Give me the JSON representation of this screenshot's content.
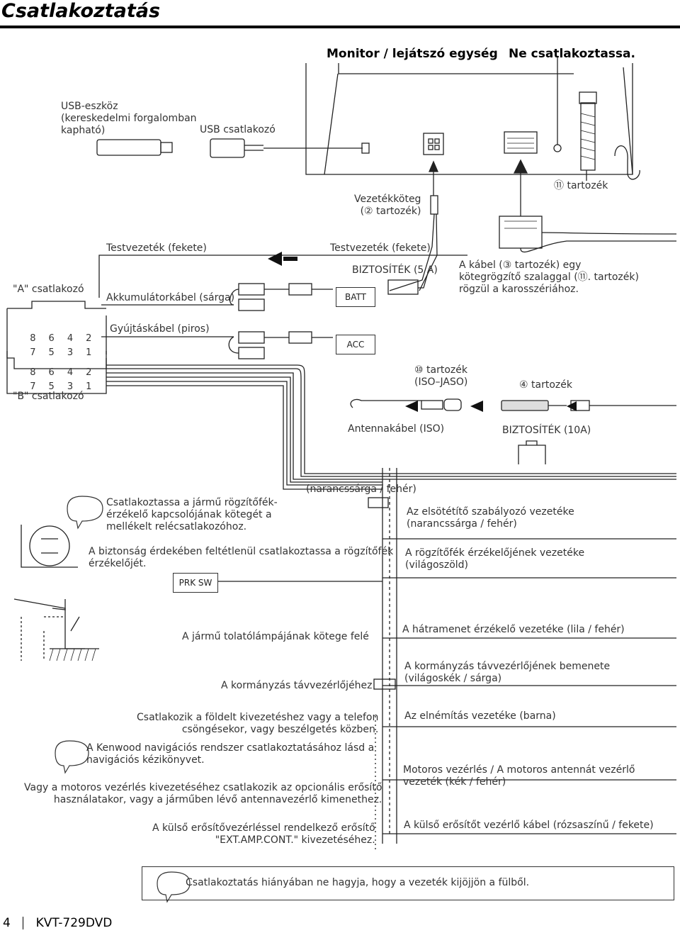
{
  "page": {
    "title": "Csatlakoztatás",
    "footer_page": "4",
    "footer_model": "KVT-729DVD"
  },
  "header": {
    "unit": "Monitor / lejátszó egység",
    "no_connect": "Ne csatlakoztassa."
  },
  "usb": {
    "device": "USB-eszköz\n(kereskedelmi forgalomban\nkapható)",
    "terminal": "USB csatlakozó"
  },
  "top_right": {
    "accessory11": "⑪ tartozék",
    "harness": "Vezetékköteg\n(② tartozék)"
  },
  "connectors": {
    "a": "\"A\" csatlakozó",
    "b": "\"B\" csatlakozó",
    "a_pins_row1": [
      "8",
      "6",
      "4",
      "2"
    ],
    "a_pins_row2": [
      "7",
      "5",
      "3",
      "1"
    ],
    "b_pins_row1": [
      "8",
      "6",
      "4",
      "2"
    ],
    "b_pins_row2": [
      "7",
      "5",
      "3",
      "1"
    ]
  },
  "wires_left": {
    "test_lead_black": "Testvezeték (fekete)",
    "battery": "Akkumulátorkábel (sárga)",
    "ignition": "Gyújtáskábel (piros)"
  },
  "wires_mid": {
    "test_lead_black_right": "Testvezeték (fekete)",
    "fuse5": "BIZTOSÍTÉK (5 A)",
    "batt": "BATT",
    "acc": "ACC",
    "cable_note": "A kábel (③ tartozék) egy\nkötegrögzítő szalaggal (⑪. tartozék)\nrögzül a karosszériához."
  },
  "antenna": {
    "accessory10": "⑩ tartozék\n(ISO–JASO)",
    "accessory4": "④ tartozék",
    "antenna_cable": "Antennakábel (ISO)",
    "fuse10": "BIZTOSÍTÉK (10A)"
  },
  "parking": {
    "note": "Csatlakoztassa a jármű rögzítőfék-\nérzékelő kapcsolójának kötegét a\nmellékelt relécsatlakozóhoz.",
    "safety": "A biztonság érdekében feltétlenül csatlakoztassa a rögzítőfék\nérzékelőjét.",
    "prk_sw": "PRK SW",
    "orange_white": "(narancssárga / fehér)",
    "dimmer": "Az elsötétítő szabályozó vezetéke\n(narancssárga / fehér)",
    "brake_sensor": "A rögzítőfék érzékelőjének vezetéke\n(világoszöld)"
  },
  "bottom": {
    "reverse_lamp": "A jármű tolatólámpájának kötege felé",
    "reverse_sensor": "A hátramenet érzékelő vezetéke (lila / fehér)",
    "steering_to": "A kormányzás távvezérlőjéhez",
    "steering_input": "A kormányzás távvezérlőjének bemenete\n(világoskék / sárga)",
    "mute_connect": "Csatlakozik a földelt kivezetéshez vagy a telefon\ncsöngésekor, vagy beszélgetés közben.",
    "mute_wire": "Az elnémítás vezetéke (barna)",
    "navi_note": "A Kenwood navigációs rendszer csatlakoztatásához lásd a\nnavigációs kézikönyvet.",
    "motor_connect": "Vagy a motoros vezérlés kivezetéséhez csatlakozik az opcionális erősítő\nhasználatakor, vagy a járműben lévő antennavezérlő kimenethez.",
    "motor_wire": "Motoros vezérlés / A motoros antennát vezérlő\nvezeték (kék / fehér)",
    "ext_amp_connect": "A külső erősítővezérléssel rendelkező erősítő\n\"EXT.AMP.CONT.\" kivezetéséhez.",
    "ext_amp_wire": "A külső erősítőt vezérlő kábel (rózsaszínű / fekete)",
    "no_connect_note": "Csatlakoztatás hiányában ne hagyja, hogy a vezeték kijöjjön a fülből."
  }
}
